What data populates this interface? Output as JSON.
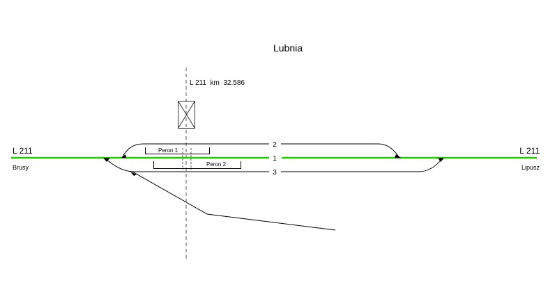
{
  "station": {
    "title": "Lubnia",
    "km_label": "L 211  km  32.586"
  },
  "lines": {
    "left": {
      "line": "L 211",
      "destination": "Brusy"
    },
    "right": {
      "line": "L 211",
      "destination": "Lipusz"
    }
  },
  "tracks": [
    {
      "number": "2"
    },
    {
      "number": "1"
    },
    {
      "number": "3"
    }
  ],
  "platforms": [
    {
      "label": "Peron 1"
    },
    {
      "label": "Peron 2"
    }
  ],
  "colors": {
    "main_track": "#22cc00",
    "track": "#000000"
  }
}
